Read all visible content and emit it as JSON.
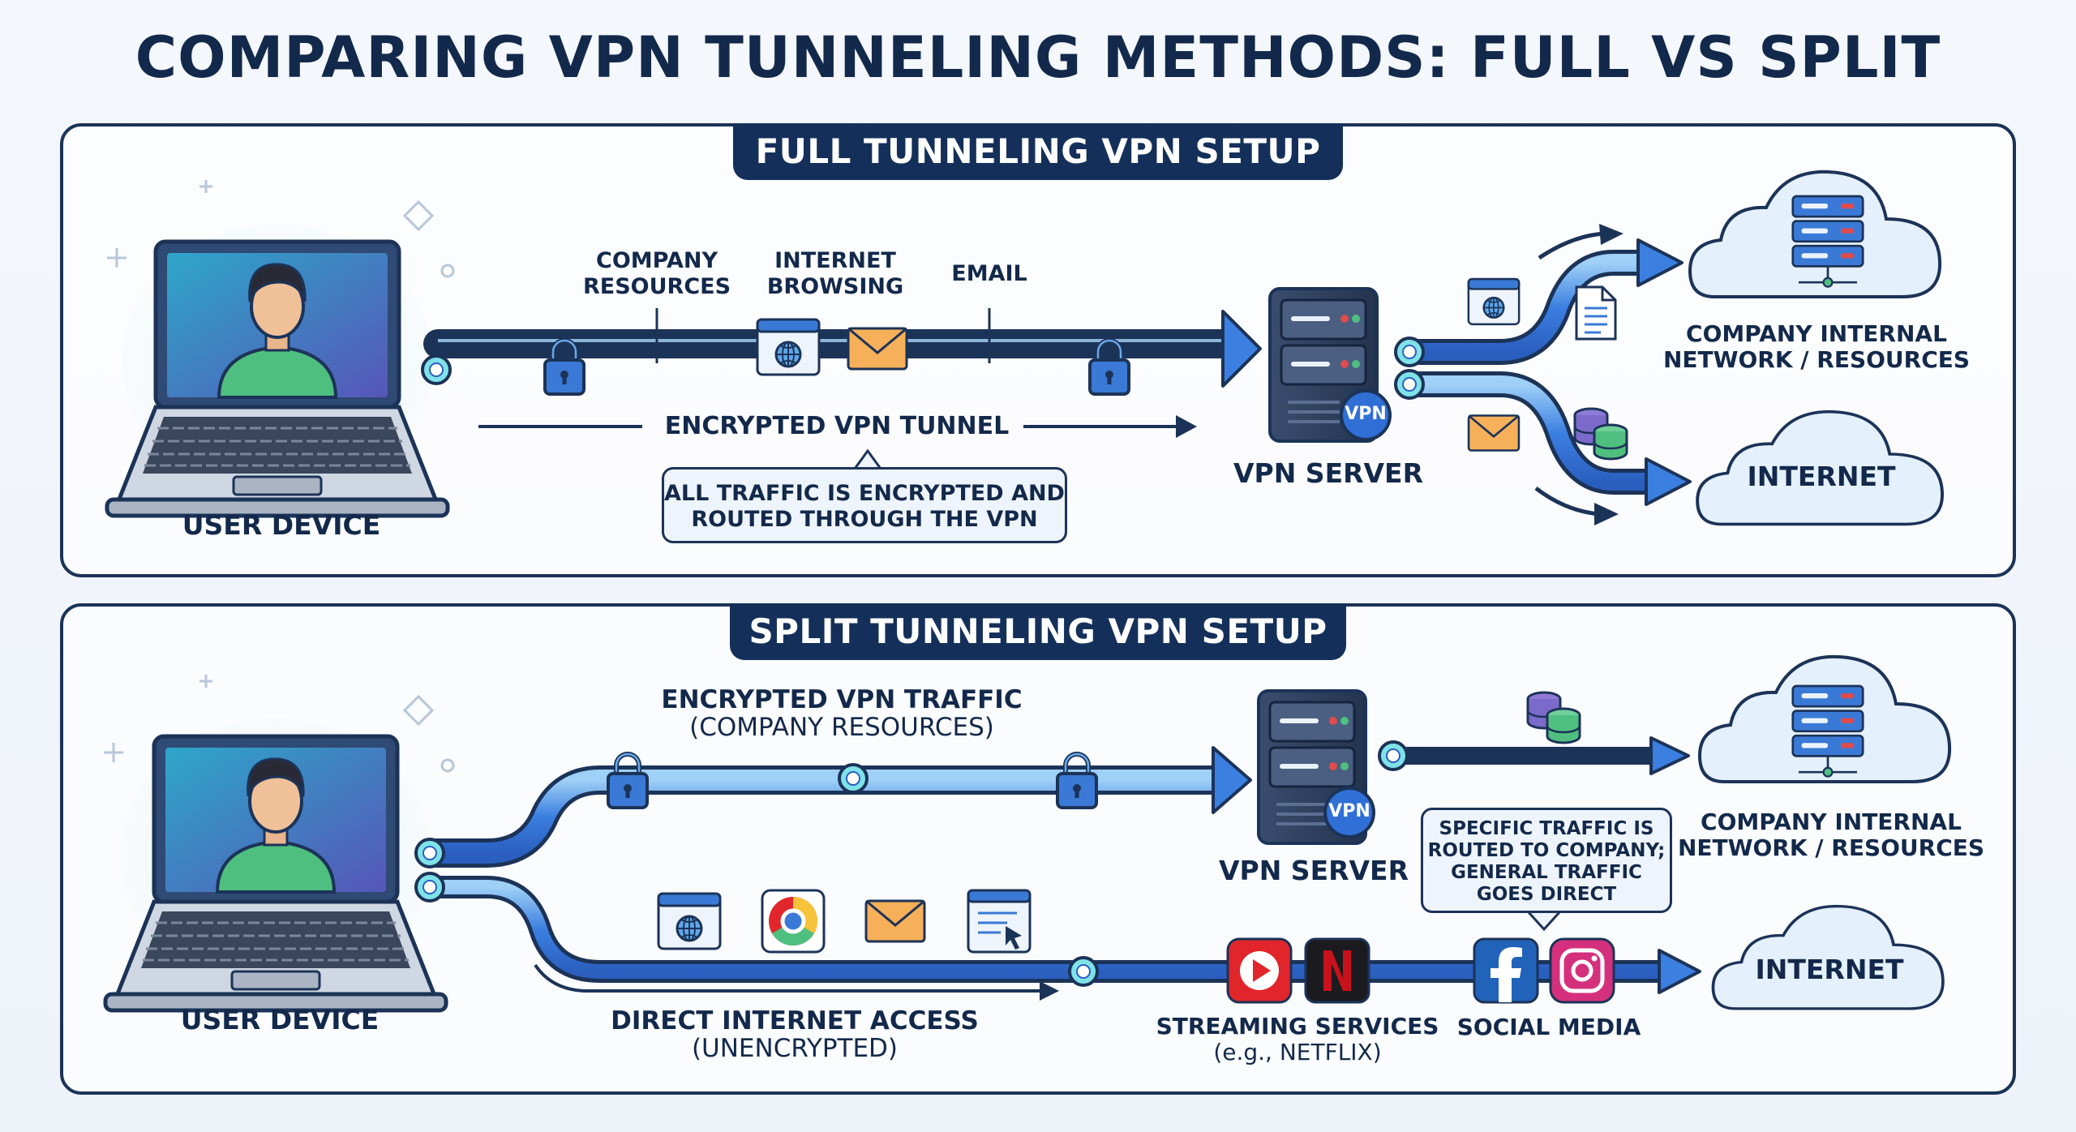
{
  "title": "COMPARING VPN TUNNELING METHODS: FULL VS SPLIT",
  "full": {
    "heading": "FULL TUNNELING VPN SETUP",
    "user_device": "USER DEVICE",
    "traffic_labels": {
      "company_resources": [
        "COMPANY",
        "RESOURCES"
      ],
      "internet_browsing": [
        "INTERNET",
        "BROWSING"
      ],
      "email": "EMAIL"
    },
    "tunnel_label": "ENCRYPTED VPN TUNNEL",
    "callout": [
      "ALL TRAFFIC IS ENCRYPTED AND",
      "ROUTED THROUGH THE VPN"
    ],
    "vpn_server": "VPN SERVER",
    "vpn_badge": "VPN",
    "company_network": [
      "COMPANY INTERNAL",
      "NETWORK / RESOURCES"
    ],
    "internet": "INTERNET"
  },
  "split": {
    "heading": "SPLIT TUNNELING VPN SETUP",
    "user_device": "USER DEVICE",
    "encrypted_label": [
      "ENCRYPTED VPN TRAFFIC",
      "(COMPANY RESOURCES)"
    ],
    "vpn_server": "VPN SERVER",
    "vpn_badge": "VPN",
    "company_network": [
      "COMPANY INTERNAL",
      "NETWORK / RESOURCES"
    ],
    "callout": [
      "SPECIFIC TRAFFIC IS",
      "ROUTED TO COMPANY;",
      "GENERAL TRAFFIC",
      "GOES DIRECT"
    ],
    "direct_label": [
      "DIRECT INTERNET ACCESS",
      "(UNENCRYPTED)"
    ],
    "streaming_label": [
      "STREAMING SERVICES",
      "(e.g., NETFLIX)"
    ],
    "social_label": "SOCIAL MEDIA",
    "internet": "INTERNET"
  },
  "icons": [
    "laptop-icon",
    "person-icon",
    "lock-icon",
    "browser-globe-icon",
    "envelope-icon",
    "server-icon",
    "cloud-icon",
    "document-icon",
    "database-icon",
    "chrome-icon",
    "youtube-icon",
    "netflix-icon",
    "facebook-icon",
    "instagram-icon"
  ],
  "colors": {
    "navy": "#13294b",
    "tunnel_blue": "#2f6fd6",
    "tunnel_light": "#7fb7f0",
    "cloud_fill": "#e4f0fb",
    "laptop_screen": "#3f78c8",
    "shirt_green": "#4fbf7f",
    "envelope": "#f29a38",
    "youtube": "#e0262a",
    "netflix": "#c9111b",
    "facebook": "#2163b8",
    "instagram": "#d5307d"
  }
}
